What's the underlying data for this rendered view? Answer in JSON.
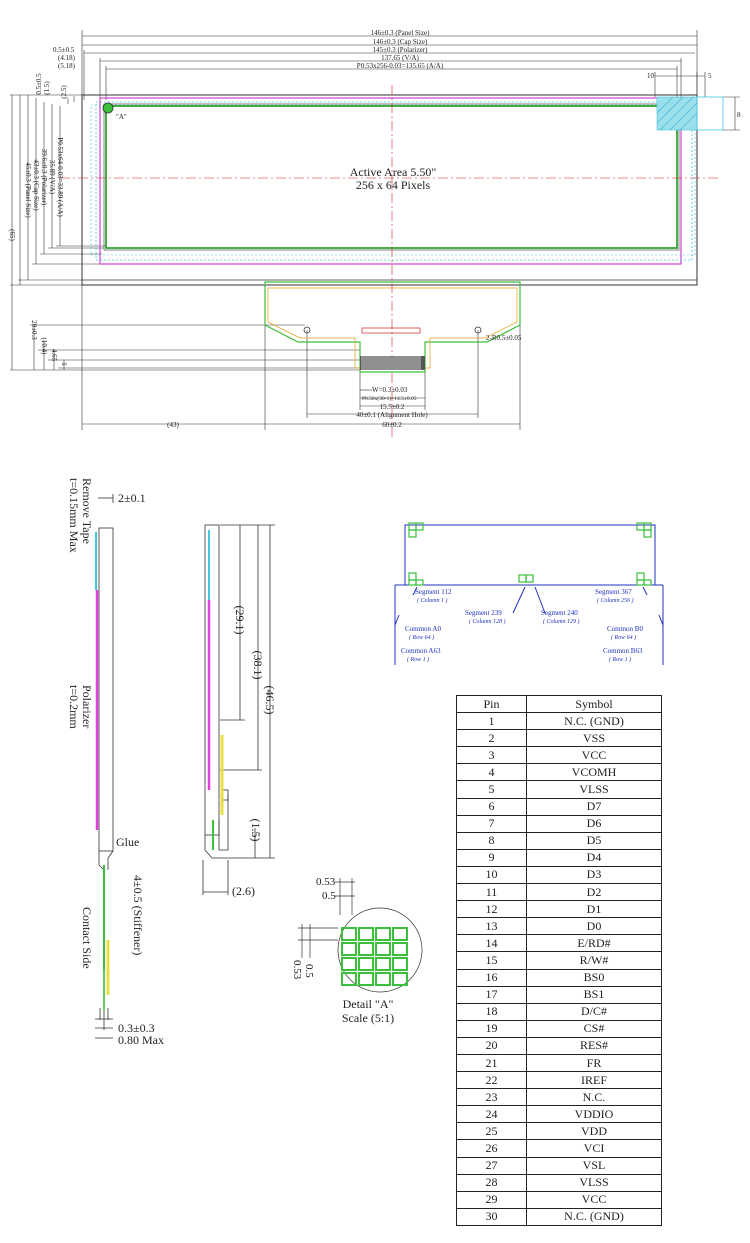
{
  "top_view": {
    "dims_h": [
      "146±0.3 (Panel Size)",
      "146±0.3 (Cap Size)",
      "145±0.3 (Polarizer)",
      "137.65 (V/A)",
      "P0.53x256-0.03=135.65 (A/A)"
    ],
    "dims_left": [
      "0.5±0.5",
      "(4.18)",
      "(5.18)"
    ],
    "dims_v": [
      "0.5±0.5",
      "(1.5)",
      "(2.5)",
      "P0.53x64-0.03=33.89 (A/A)",
      "35.89 (V/A)",
      "39.6±0.3 (Polarizer)",
      "43±0.3 (Cap Size)",
      "45±0.3 (Panel Size)",
      "(65)",
      "20±0.3",
      "(10.4)",
      "4.65",
      "1"
    ],
    "active_area_title": "Active Area 5.50\"",
    "active_area_pixels": "256 x 64 Pixels",
    "point_a": "\"A\"",
    "corner_dims": [
      "10",
      "5",
      "8"
    ],
    "fpc_dims": [
      "W=0.3±0.03",
      "P0.50x(30-1)=14.5±0.05",
      "15.5±0.2",
      "40±0.1 (Alignment Hole)",
      "60±0.2",
      "(43)",
      "2-R0.5±0.05"
    ]
  },
  "side_view": {
    "dims": [
      "2±0.1",
      "Remove Tape",
      "t=0.15mm Max",
      "Polarizer",
      "t=0.2mm",
      "Glue",
      "4±0.5 (Stiffener)",
      "Contact Side",
      "0.3±0.3",
      "0.80 Max"
    ]
  },
  "fold_view": {
    "dims": [
      "(29.1)",
      "(38.1)",
      "(46.5)",
      "(1.5)",
      "(2.6)"
    ]
  },
  "detail": {
    "dims": [
      "0.53",
      "0.5",
      "0.5",
      "0.53"
    ],
    "title": "Detail \"A\"",
    "scale": "Scale (5:1)"
  },
  "pixel_map": {
    "seg112": "Segment 112",
    "seg112_sub": "( Column 1 )",
    "seg239": "Segment 239",
    "seg239_sub": "( Column 128 )",
    "seg240": "Segment 240",
    "seg240_sub": "( Column 129 )",
    "seg367": "Segment 367",
    "seg367_sub": "( Column 256 )",
    "comA0": "Common A0",
    "comA0_sub": "( Row 64 )",
    "comA63": "Common A63",
    "comA63_sub": "( Row 1 )",
    "comB0": "Common B0",
    "comB0_sub": "( Row 64 )",
    "comB63": "Common B63",
    "comB63_sub": "( Row 1 )"
  },
  "pin_table": {
    "headers": [
      "Pin",
      "Symbol"
    ],
    "rows": [
      [
        "1",
        "N.C. (GND)"
      ],
      [
        "2",
        "VSS"
      ],
      [
        "3",
        "VCC"
      ],
      [
        "4",
        "VCOMH"
      ],
      [
        "5",
        "VLSS"
      ],
      [
        "6",
        "D7"
      ],
      [
        "7",
        "D6"
      ],
      [
        "8",
        "D5"
      ],
      [
        "9",
        "D4"
      ],
      [
        "10",
        "D3"
      ],
      [
        "11",
        "D2"
      ],
      [
        "12",
        "D1"
      ],
      [
        "13",
        "D0"
      ],
      [
        "14",
        "E/RD#"
      ],
      [
        "15",
        "R/W#"
      ],
      [
        "16",
        "BS0"
      ],
      [
        "17",
        "BS1"
      ],
      [
        "18",
        "D/C#"
      ],
      [
        "19",
        "CS#"
      ],
      [
        "20",
        "RES#"
      ],
      [
        "21",
        "FR"
      ],
      [
        "22",
        "IREF"
      ],
      [
        "23",
        "N.C."
      ],
      [
        "24",
        "VDDIO"
      ],
      [
        "25",
        "VDD"
      ],
      [
        "26",
        "VCI"
      ],
      [
        "27",
        "VSL"
      ],
      [
        "28",
        "VLSS"
      ],
      [
        "29",
        "VCC"
      ],
      [
        "30",
        "N.C. (GND)"
      ]
    ]
  }
}
